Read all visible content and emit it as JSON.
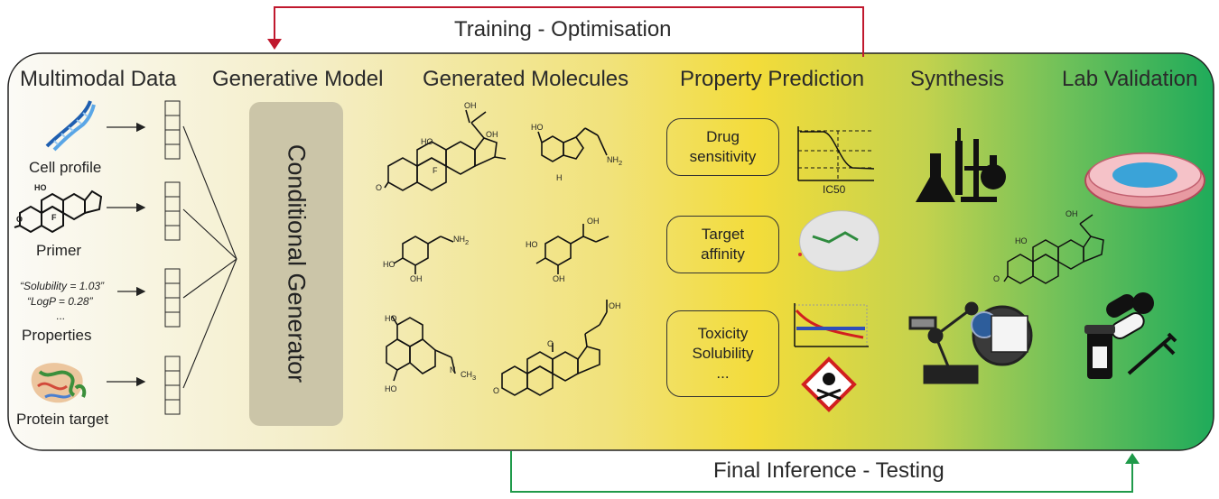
{
  "loops": {
    "top": "Training - Optimisation",
    "bottom": "Final Inference - Testing"
  },
  "stages": [
    "Multimodal Data",
    "Generative Model",
    "Generated Molecules",
    "Property Prediction",
    "Synthesis",
    "Lab Validation"
  ],
  "inputs": {
    "cell_profile": "Cell profile",
    "primer": "Primer",
    "properties": "Properties",
    "protein_target": "Protein target",
    "property_lines": [
      "“Solubility = 1.03”",
      "“LogP      = 0.28”",
      "..."
    ]
  },
  "generator_label": "Conditional Generator",
  "prediction_boxes": {
    "drug": [
      "Drug",
      "sensitivity"
    ],
    "target": [
      "Target",
      "affinity"
    ],
    "tox": [
      "Toxicity",
      "Solubility",
      "..."
    ]
  },
  "ic50_label": "IC50",
  "molecule_atoms": {
    "oh": "OH",
    "ho": "HO",
    "o": "O",
    "nh2": "NH",
    "nh2_sub": "2",
    "h": "H",
    "f": "F",
    "n": "N",
    "ch3": "CH",
    "ch3_sub": "3"
  },
  "colors": {
    "training_arrow": "#c0182e",
    "inference_arrow": "#1f9a4a",
    "gradient_start": "#fbfaf6",
    "gradient_mid": "#f3dc3a",
    "gradient_end": "#23ad5c",
    "generator": "#cbc5a8"
  }
}
